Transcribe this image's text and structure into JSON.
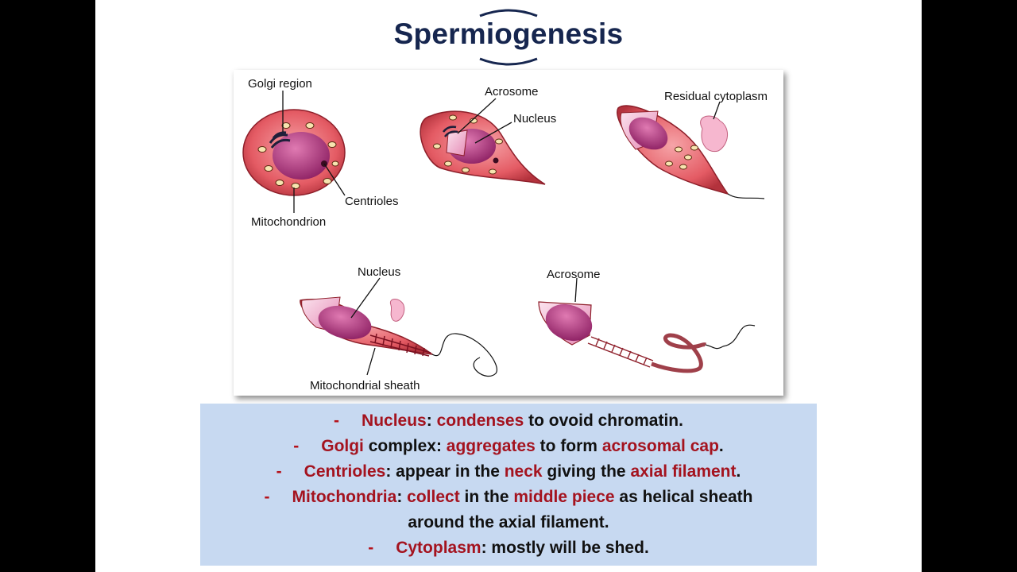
{
  "title": "Spermiogenesis",
  "diagram": {
    "labels": {
      "golgi_region": "Golgi region",
      "centrioles": "Centrioles",
      "mitochondrion": "Mitochondrion",
      "acrosome_1": "Acrosome",
      "nucleus_1": "Nucleus",
      "residual_cytoplasm": "Residual cytoplasm",
      "nucleus_2": "Nucleus",
      "mitochondrial_sheath": "Mitochondrial sheath",
      "acrosome_2": "Acrosome"
    }
  },
  "notes": {
    "dash": "-",
    "line1": {
      "a": "Nucleus",
      "b": ": ",
      "c": "condenses",
      "d": " to ovoid chromatin."
    },
    "line2": {
      "a": "Golgi",
      "b": " complex: ",
      "c": "aggregates",
      "d": " to form ",
      "e": "acrosomal cap",
      "f": "."
    },
    "line3": {
      "a": "Centrioles",
      "b": ": appear in the ",
      "c": "neck",
      "d": " giving the ",
      "e": "axial filament",
      "f": "."
    },
    "line4": {
      "a": "Mitochondria",
      "b": ": ",
      "c": "collect",
      "d": " in the ",
      "e": "middle piece",
      "f": " as helical sheath"
    },
    "line5": "around the axial filament.",
    "line6": {
      "a": "Cytoplasm",
      "b": ": mostly will be shed."
    }
  },
  "colors": {
    "title": "#16264f",
    "highlight": "#a4131f",
    "text_box": "#c7d9f1",
    "cell": "#e0555e",
    "nucleus": "#b8377f",
    "acrosome": "#f2b9d3"
  }
}
